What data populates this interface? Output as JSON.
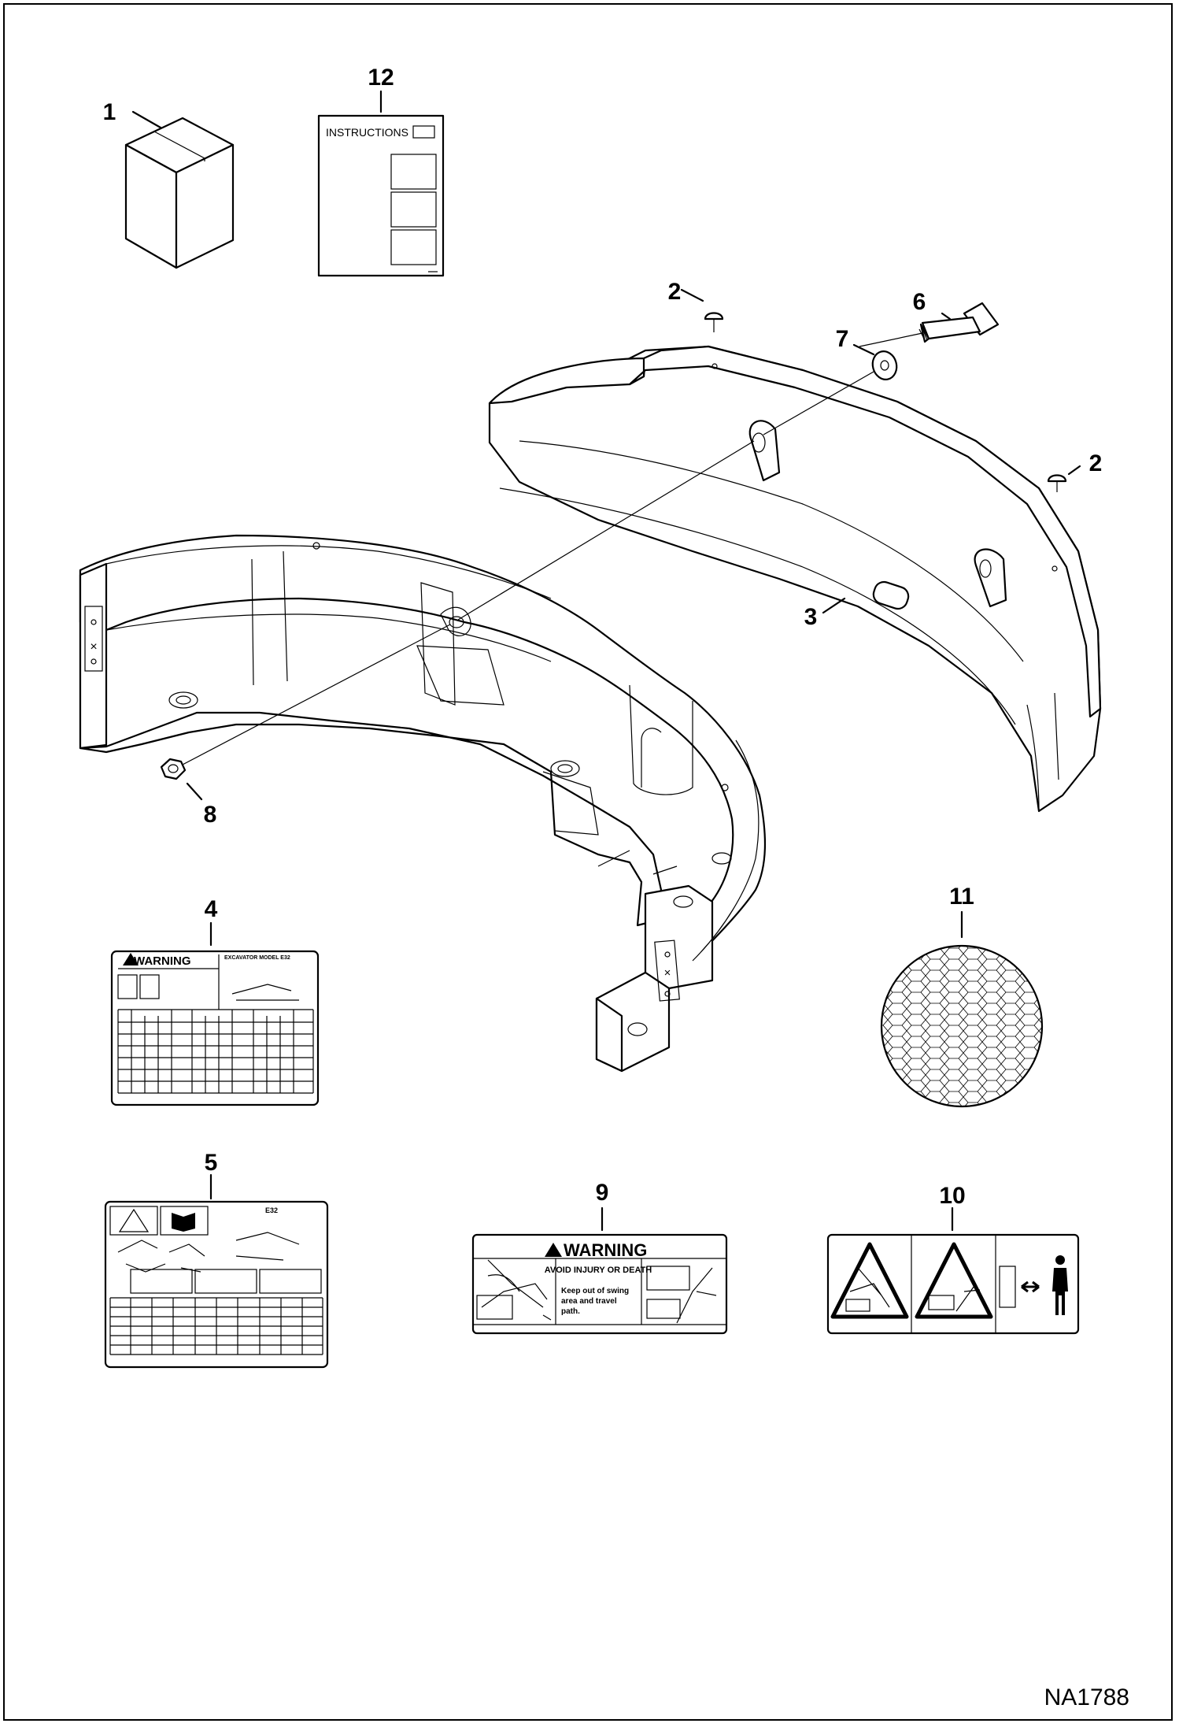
{
  "drawing_ref": "NA1788",
  "callouts": {
    "c1": "1",
    "c2a": "2",
    "c2b": "2",
    "c3": "3",
    "c4": "4",
    "c5": "5",
    "c6": "6",
    "c7": "7",
    "c8": "8",
    "c9": "9",
    "c10": "10",
    "c11": "11",
    "c12": "12"
  },
  "manual": {
    "title": "INSTRUCTIONS"
  },
  "decal_4": {
    "warning": "WARNING",
    "heading": "EXCAVATOR MODEL E32"
  },
  "decal_5": {
    "model": "E32"
  },
  "decal_9": {
    "warning": "WARNING",
    "hazard": "AVOID INJURY OR DEATH",
    "instruction_1": "Keep out of swing",
    "instruction_2": "area and travel",
    "instruction_3": "path."
  }
}
